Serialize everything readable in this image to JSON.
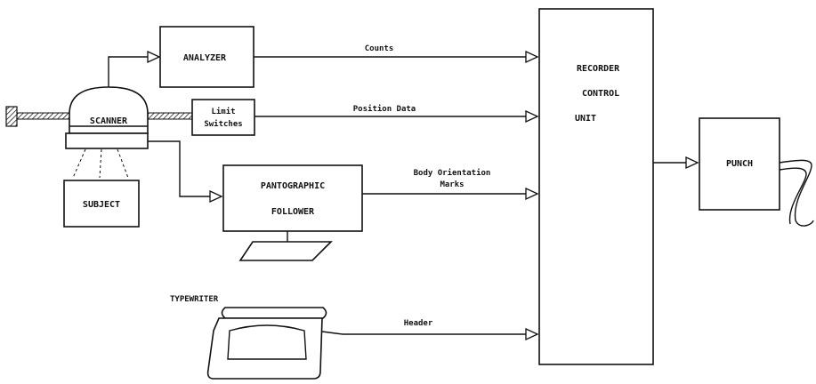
{
  "diagram": {
    "blocks": {
      "analyzer": "ANALYZER",
      "scanner": "SCANNER",
      "limit_switches_line1": "Limit",
      "limit_switches_line2": "Switches",
      "subject": "SUBJECT",
      "pantographic_line1": "PANTOGRAPHIC",
      "pantographic_line2": "FOLLOWER",
      "recorder_line1": "RECORDER",
      "recorder_line2": "CONTROL",
      "recorder_line3": "UNIT",
      "punch": "PUNCH",
      "typewriter": "TYPEWRITER"
    },
    "signals": {
      "counts": "Counts",
      "position_data": "Position Data",
      "body_orientation_line1": "Body Orientation",
      "body_orientation_line2": "Marks",
      "header": "Header"
    }
  }
}
